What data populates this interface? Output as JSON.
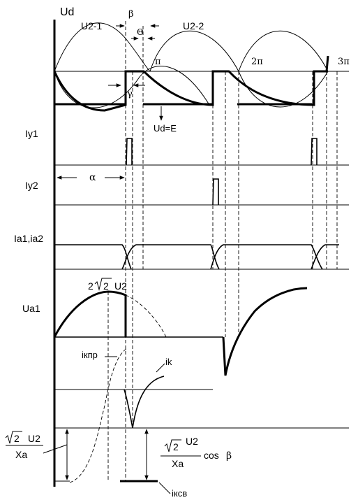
{
  "labels": {
    "ud_axis": "Ud",
    "u21": "U2-1",
    "u22": "U2-2",
    "beta": "β",
    "theta": "Θ",
    "pi": "π",
    "two_pi": "2π",
    "three_pi": "3π",
    "gamma": "γ",
    "ud_eq_e": "Ud=E",
    "iy1": "Iy1",
    "iy2": "Iy2",
    "alpha": "α",
    "ia1ia2": "Ia1,ia2",
    "amp_prefix": "2",
    "amp_root": "2",
    "amp_suffix": "U2",
    "ua1": "Ua1",
    "ikpr": "iкпр",
    "ik": "ik",
    "left_root": "2",
    "left_u2": "U2",
    "left_xa": "Xa",
    "right_root": "2",
    "right_u2": "U2",
    "right_xa": "Xa",
    "cos": "cos",
    "cos_beta": "β",
    "ikcv": "iксв"
  }
}
